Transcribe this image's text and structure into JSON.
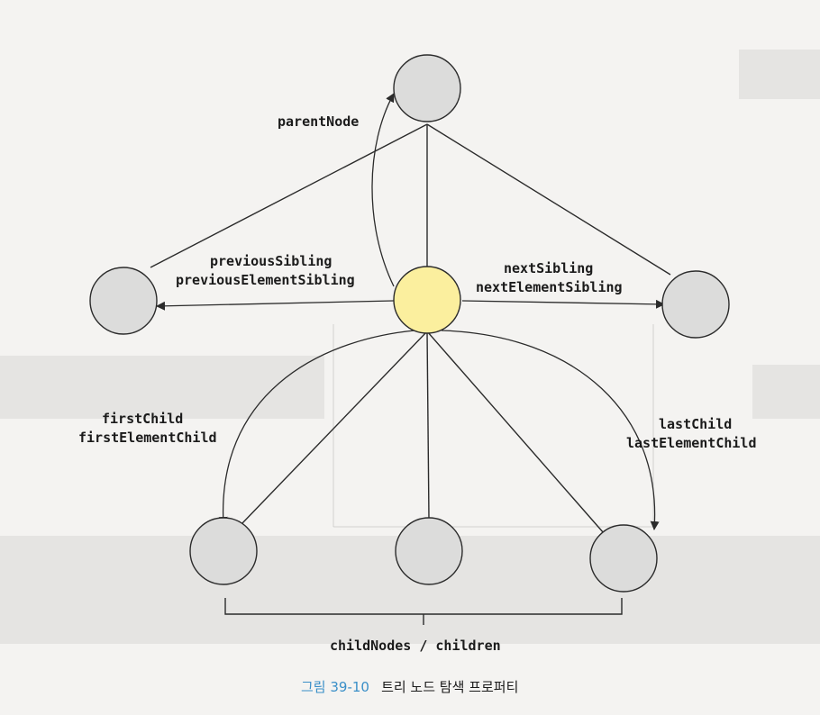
{
  "labels": {
    "parent": "parentNode",
    "previous_1": "previousSibling",
    "previous_2": "previousElementSibling",
    "next_1": "nextSibling",
    "next_2": "nextElementSibling",
    "first_1": "firstChild",
    "first_2": "firstElementChild",
    "last_1": "lastChild",
    "last_2": "lastElementChild",
    "children": "childNodes / children"
  },
  "caption": {
    "number": "그림 39-10",
    "title": "트리 노드 탐색 프로퍼티"
  },
  "colors": {
    "focus_node": "#fbef9e",
    "node": "#dcdcdb",
    "caption_number": "#3a8fc8"
  }
}
